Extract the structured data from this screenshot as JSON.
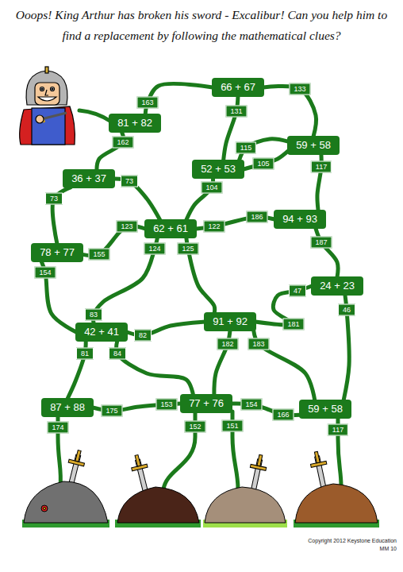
{
  "diagram": {
    "title": "Ooops! King Arthur has broken his sword - Excalibur! Can you help him to find a replacement by following the mathematical clues?",
    "nodes": [
      {
        "text": [
          "66 + 67"
        ]
      },
      {
        "text": [
          "81 + 82"
        ]
      },
      {
        "text": [
          "59 + 58"
        ]
      },
      {
        "text": [
          "52 + 53"
        ]
      },
      {
        "text": [
          "36 + 37"
        ]
      },
      {
        "text": [
          "62 + 61"
        ]
      },
      {
        "text": [
          "94 + 93"
        ]
      },
      {
        "text": [
          "78 + 77"
        ]
      },
      {
        "text": [
          "24 + 23"
        ]
      },
      {
        "text": [
          "42 + 41"
        ]
      },
      {
        "text": [
          "91 + 92"
        ]
      },
      {
        "text": [
          "87 + 88"
        ]
      },
      {
        "text": [
          "77 + 76"
        ]
      },
      {
        "text": [
          "59 + 58"
        ]
      }
    ],
    "edges": [
      {
        "from": 1,
        "to": 0,
        "arrow": "none",
        "label": "163"
      },
      {
        "from": 0,
        "to": 3,
        "arrow": "none",
        "label": "131"
      },
      {
        "from": 0,
        "to": 2,
        "arrow": "none",
        "label": "133"
      },
      {
        "from": 1,
        "to": 4,
        "arrow": "none",
        "label": "162"
      },
      {
        "from": 3,
        "to": 2,
        "arrow": "none",
        "label": "115"
      },
      {
        "from": 3,
        "to": 2,
        "arrow": "none",
        "label": "105"
      },
      {
        "from": 2,
        "to": 6,
        "arrow": "none",
        "label": "117"
      },
      {
        "from": 3,
        "to": 5,
        "arrow": "none",
        "label": "104"
      },
      {
        "from": 4,
        "to": 5,
        "arrow": "none",
        "label": "73"
      },
      {
        "from": 4,
        "to": 7,
        "arrow": "none",
        "label": "73"
      },
      {
        "from": 5,
        "to": 7,
        "arrow": "none",
        "label": "123"
      },
      {
        "from": 5,
        "to": 9,
        "arrow": "none",
        "label": "124"
      },
      {
        "from": 7,
        "to": 9,
        "arrow": "none",
        "label": "154"
      },
      {
        "from": 5,
        "to": 10,
        "arrow": "none",
        "label": "125"
      },
      {
        "from": 5,
        "to": 6,
        "arrow": "none",
        "label": "122"
      },
      {
        "from": 6,
        "to": 8,
        "arrow": "none",
        "label": "187"
      },
      {
        "from": 8,
        "to": 10,
        "arrow": "none",
        "label": "47"
      },
      {
        "from": 8,
        "to": 13,
        "arrow": "none",
        "label": "46"
      },
      {
        "from": 9,
        "to": 10,
        "arrow": "none",
        "label": "82"
      },
      {
        "from": 9,
        "to": 11,
        "arrow": "none",
        "label": "81"
      },
      {
        "from": 9,
        "to": 12,
        "arrow": "none",
        "label": "84"
      },
      {
        "from": 10,
        "to": 12,
        "arrow": "none",
        "label": "182"
      },
      {
        "from": 10,
        "to": 13,
        "arrow": "none",
        "label": "183"
      },
      {
        "from": 11,
        "to": 12,
        "arrow": "none",
        "label": "175"
      },
      {
        "from": 12,
        "to": 13,
        "arrow": "none",
        "label": "154"
      }
    ],
    "labels": [
      "155",
      "83",
      "186",
      "181",
      "153",
      "166",
      "174",
      "152",
      "151",
      "117",
      "Copyright 2012 Keystone Education",
      "MM 10"
    ]
  }
}
